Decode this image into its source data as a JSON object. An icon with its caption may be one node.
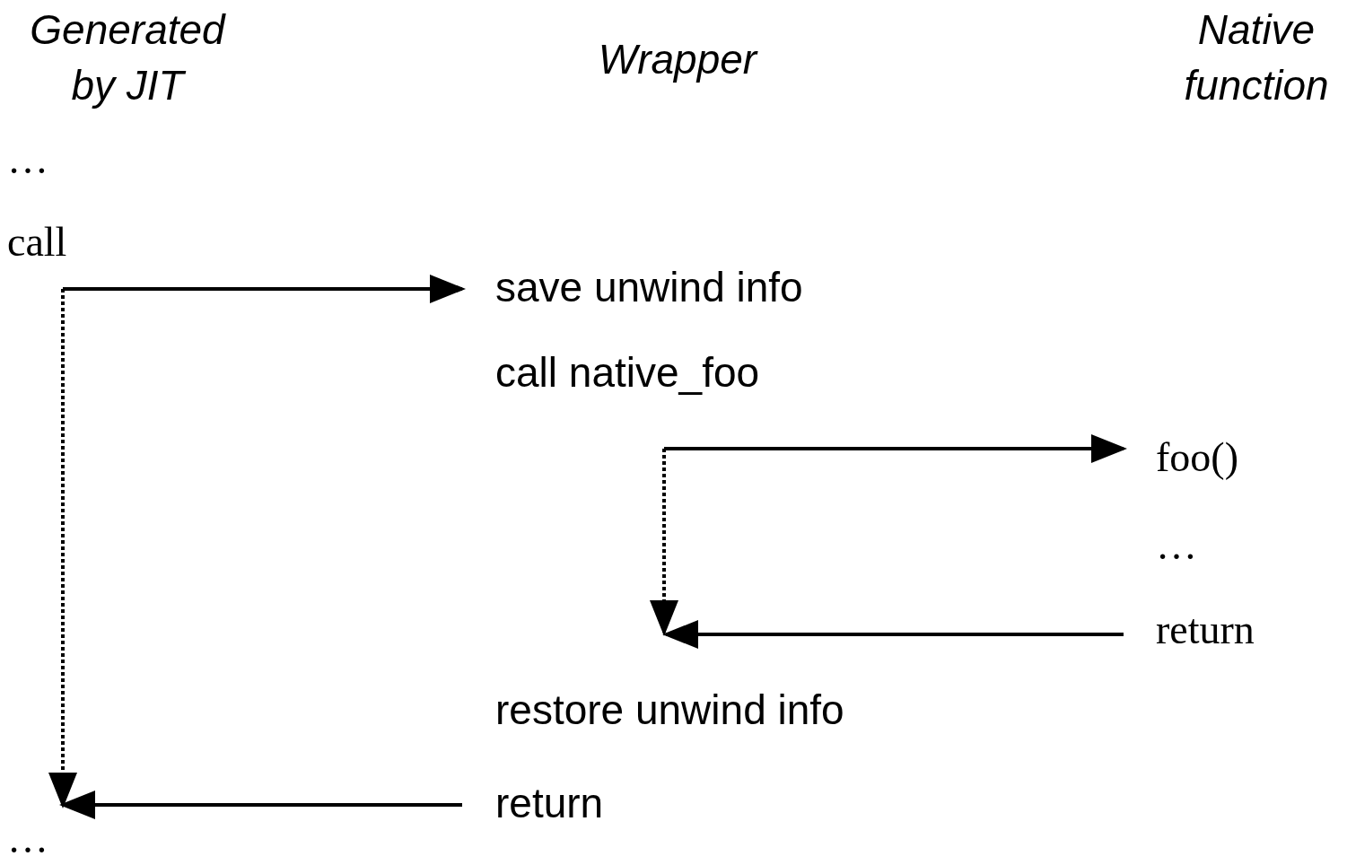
{
  "diagram": {
    "nodes": [
      {
        "text": [
          "call"
        ]
      },
      {
        "text": [
          "save unwind info"
        ]
      },
      {
        "text": [
          "call native_foo"
        ]
      },
      {
        "text": [
          "foo()"
        ]
      },
      {
        "text": [
          "return"
        ]
      },
      {
        "text": [
          "return"
        ]
      }
    ],
    "edges": [
      {
        "from": 0,
        "to": 1,
        "arrow": "to"
      },
      {
        "from": 0,
        "to": null,
        "arrow": "to",
        "style": "dashed"
      },
      {
        "from": 2,
        "to": 3,
        "arrow": "to"
      },
      {
        "from": 2,
        "to": null,
        "arrow": "to",
        "style": "dashed"
      },
      {
        "from": 4,
        "to": null,
        "arrow": "to"
      },
      {
        "from": 5,
        "to": null,
        "arrow": "to"
      }
    ],
    "labels": [
      "Generated by JIT",
      "Wrapper",
      "Native function",
      "…",
      "…",
      "restore unwind info",
      "…"
    ]
  }
}
